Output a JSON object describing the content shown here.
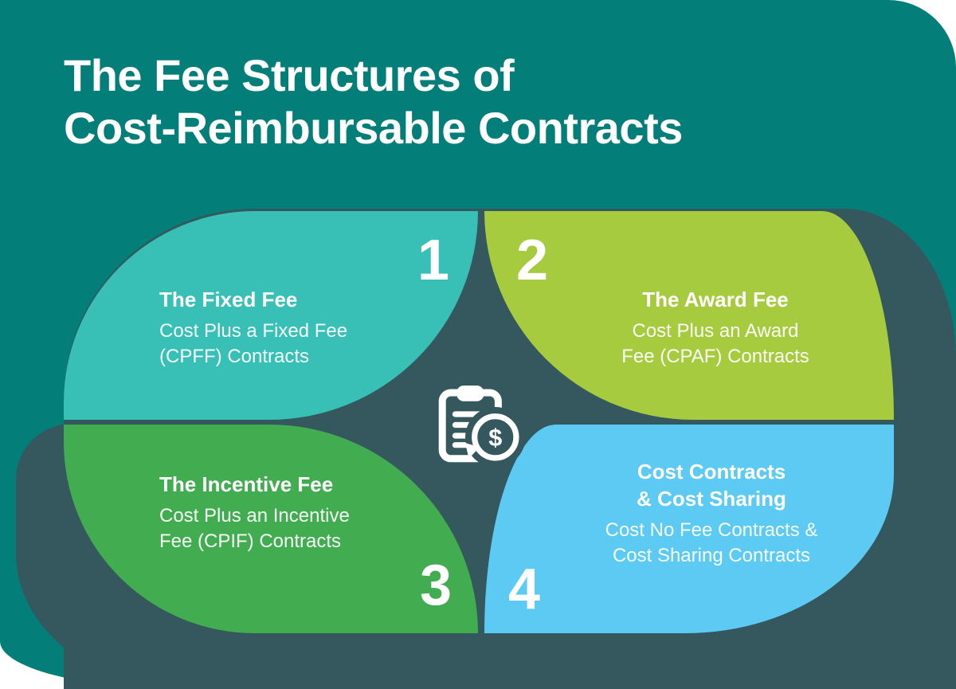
{
  "title": {
    "line1": "The Fee Structures of",
    "line2": "Cost-Reimbursable Contracts"
  },
  "colors": {
    "background": "#047e78",
    "panel": "#34585e",
    "petal1": "#38bfb6",
    "petal2": "#a6cb3e",
    "petal3": "#41ad50",
    "petal4": "#5ccaf2",
    "text": "#ffffff"
  },
  "center_icon": "clipboard-dollar-refresh-icon",
  "petals": [
    {
      "number": "1",
      "heading": "The Fixed Fee",
      "body_line1": "Cost Plus a Fixed Fee",
      "body_line2": "(CPFF) Contracts"
    },
    {
      "number": "2",
      "heading": "The Award Fee",
      "body_line1": "Cost Plus an Award",
      "body_line2": "Fee (CPAF) Contracts"
    },
    {
      "number": "3",
      "heading": "The Incentive Fee",
      "body_line1": "Cost Plus an Incentive",
      "body_line2": "Fee (CPIF) Contracts"
    },
    {
      "number": "4",
      "heading": "Cost Contracts",
      "heading2": "& Cost Sharing",
      "body_line1": "Cost No Fee Contracts &",
      "body_line2": "Cost Sharing Contracts"
    }
  ]
}
